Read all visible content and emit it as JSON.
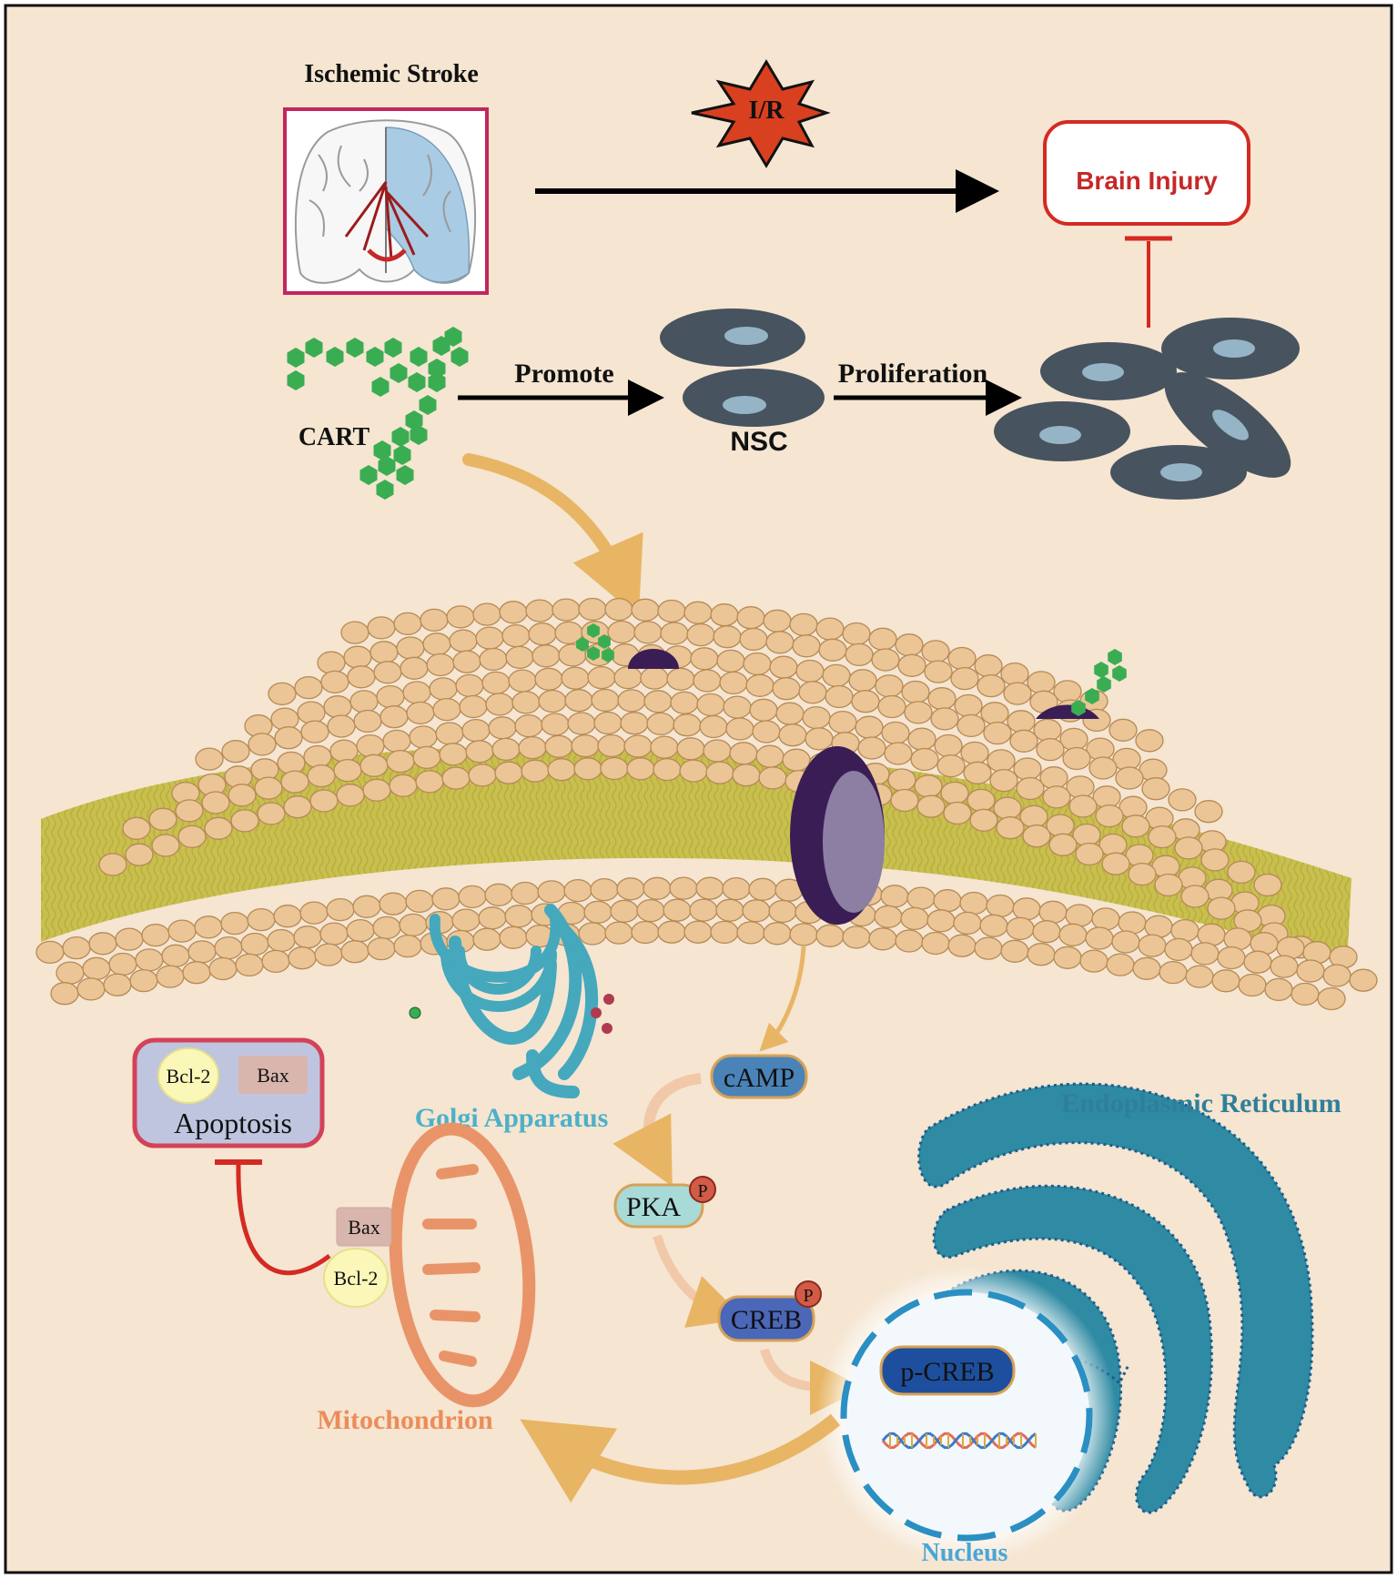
{
  "labels": {
    "ischemic_stroke": "Ischemic Stroke",
    "ir": "I/R",
    "brain_injury": "Brain  Injury",
    "promote": "Promote",
    "proliferation": "Proliferation",
    "cart": "CART",
    "nsc": "NSC",
    "golgi": "Golgi Apparatus",
    "camp": "cAMP",
    "pka": "PKA",
    "creb": "CREB",
    "p_creb": "p-CREB",
    "phospho": "P",
    "er": "Endoplasmic Reticulum",
    "nucleus": "Nucleus",
    "mitochondrion": "Mitochondrion",
    "apoptosis": "Apoptosis",
    "bcl2": "Bcl-2",
    "bax": "Bax"
  },
  "colors": {
    "background": "#f5e5d1",
    "border": "#111111",
    "injury_red": "#d42a22",
    "arrow_black": "#000000",
    "flow_orange": "#e8b565",
    "cart_green": "#3aad52",
    "nsc_gray": "#47535f",
    "nsc_nucleus": "#95b5c7",
    "lipid_head": "#ebc595",
    "lipid_tail": "#c9bf4f",
    "receptor_purple": "#3b1d56",
    "golgi_teal": "#45a8bd",
    "er_teal": "#2f8aa3",
    "nucleus_blue": "#2a8fc3",
    "mito_orange": "#e99468",
    "apoptosis_border": "#d34258",
    "apoptosis_fill": "#bfc5df"
  }
}
